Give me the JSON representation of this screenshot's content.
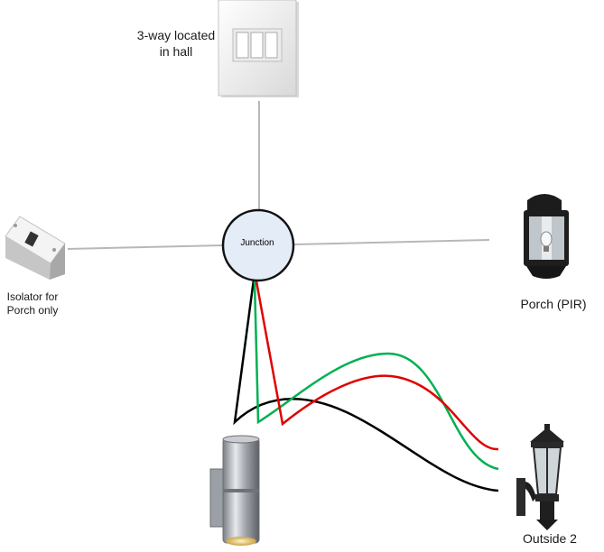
{
  "labels": {
    "switch": "3-way located in hall",
    "junction": "Junction",
    "isolator": "Isolator for Porch only",
    "porch": "Porch (PIR)",
    "outside": "Outside 2"
  },
  "colors": {
    "grey_wire": "#b8b8b8",
    "red_wire": "#e00000",
    "green_wire": "#00b050",
    "black_wire": "#000000",
    "junction_fill": "#e4ecf7",
    "junction_stroke": "#111111"
  },
  "icons": {
    "switch": "three-gang-light-switch",
    "isolator": "isolator-switch",
    "porch": "wall-lantern",
    "outside": "coach-lantern",
    "downlight": "cylinder-wall-light"
  }
}
